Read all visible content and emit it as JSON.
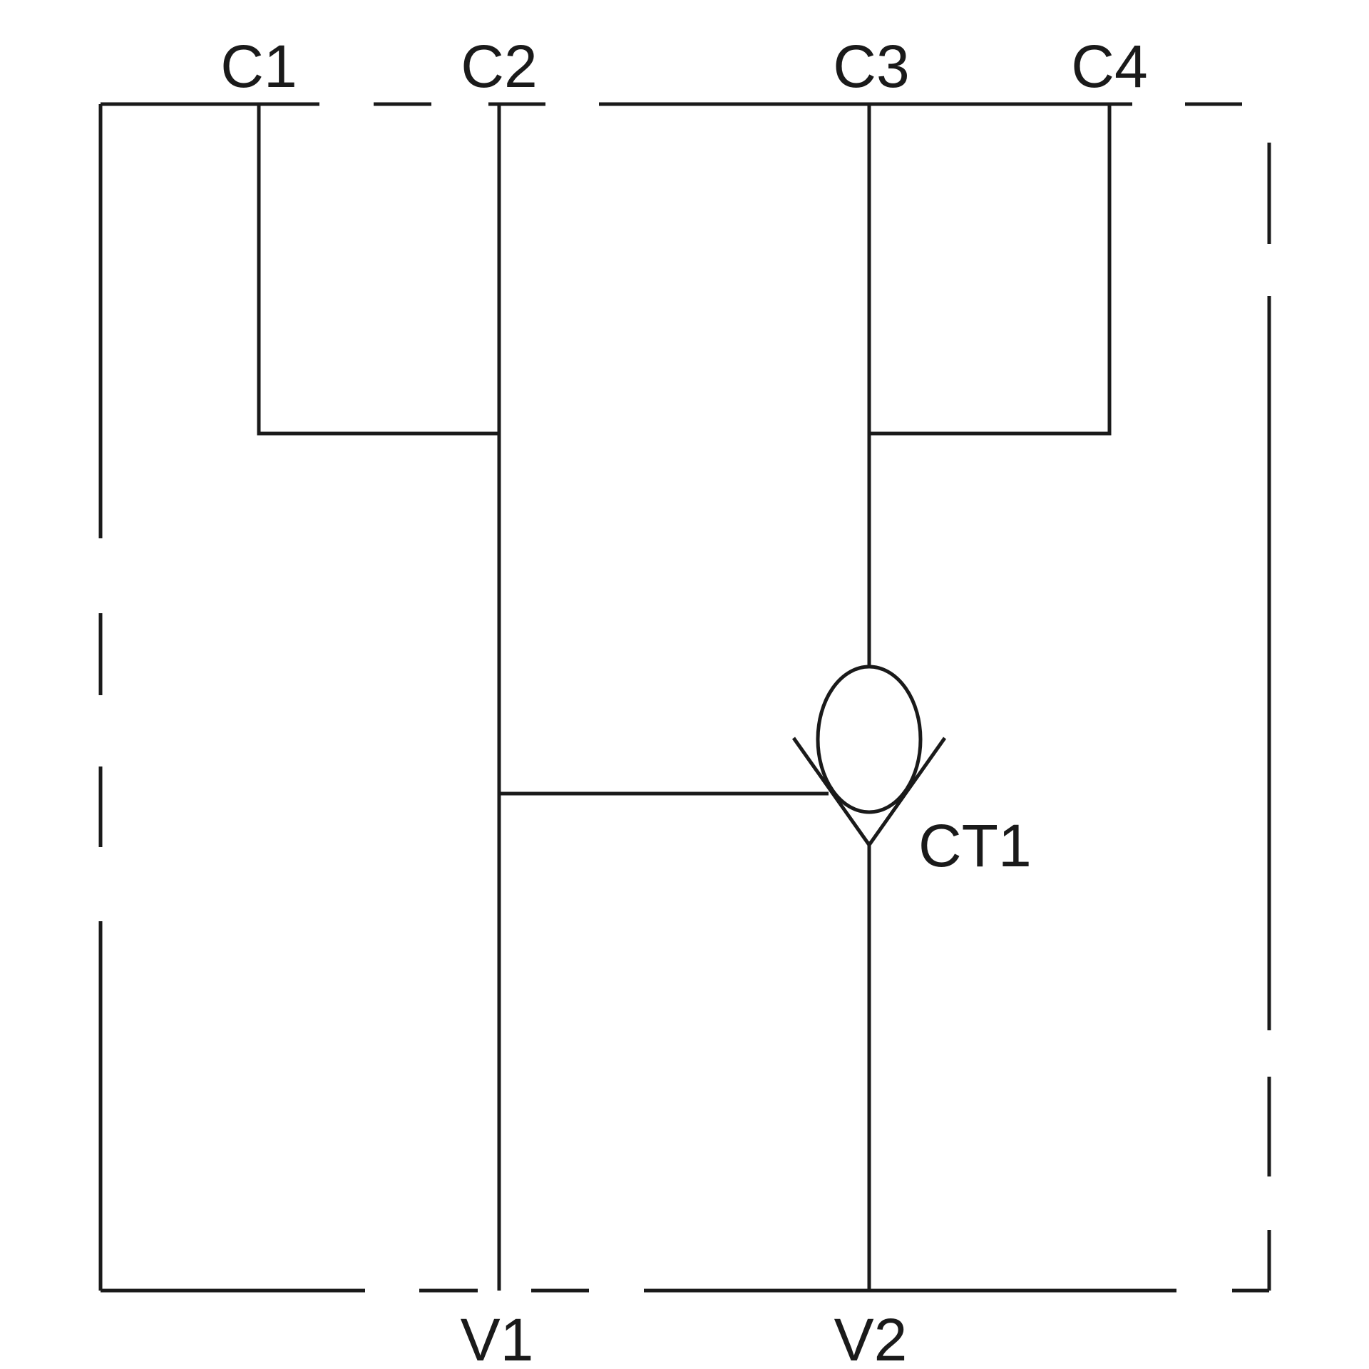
{
  "ports": {
    "c1": "C1",
    "c2": "C2",
    "c3": "C3",
    "c4": "C4",
    "v1": "V1",
    "v2": "V2"
  },
  "components": {
    "check_valve": "CT1"
  },
  "colors": {
    "line": "#1a1a1a",
    "background": "#ffffff"
  }
}
